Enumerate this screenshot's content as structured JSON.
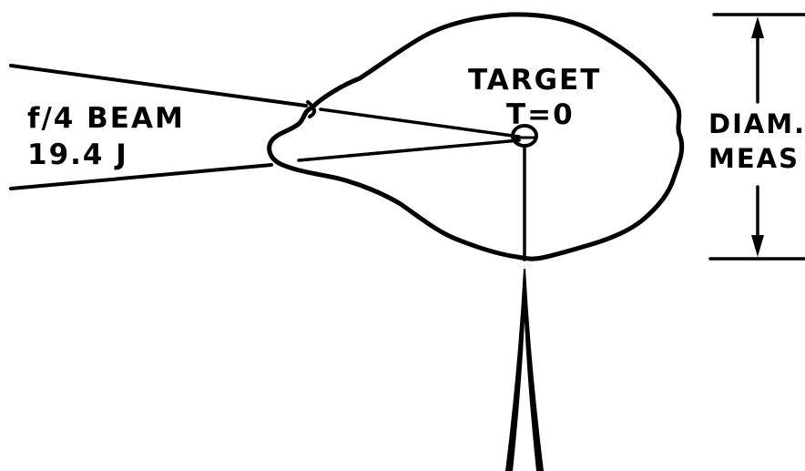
{
  "beam": {
    "label_line1": "f/4 BEAM",
    "label_line2": "19.4 J"
  },
  "target": {
    "label_line1": "TARGET",
    "label_line2": "T=0"
  },
  "diameter": {
    "label_line1": "DIAM.",
    "label_line2": "MEAS"
  },
  "colors": {
    "ink": "#000000",
    "background": "#ffffff"
  }
}
